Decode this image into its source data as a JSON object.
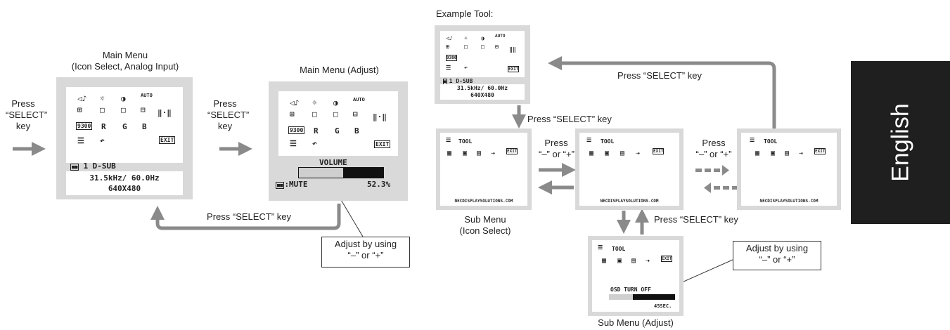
{
  "left": {
    "press_select_1": [
      "Press",
      "“SELECT”",
      "key"
    ],
    "main_menu_title": [
      "Main Menu",
      "(Icon Select, Analog Input)"
    ],
    "press_select_2": [
      "Press",
      "“SELECT”",
      "key"
    ],
    "main_menu_adjust_title": "Main Menu (Adjust)",
    "return_label": "Press “SELECT” key",
    "adjust_callout": [
      "Adjust by using",
      "“–” or “+”"
    ]
  },
  "screen_main": {
    "input_line": "1 D-SUB",
    "freq_line": "31.5kHz/ 60.0Hz",
    "res_line": "640X480",
    "rgb": [
      "R",
      "G",
      "B"
    ],
    "exit": "EXIT"
  },
  "screen_adjust": {
    "slider_title": "VOLUME",
    "mute_label": ":MUTE",
    "value_label": "52.3%",
    "volume_fraction": 0.523,
    "rgb": [
      "R",
      "G",
      "B"
    ],
    "exit": "EXIT"
  },
  "right": {
    "example_tool": "Example Tool:",
    "press_select_top": "Press “SELECT” key",
    "press_select_down": "Press “SELECT” key",
    "press_minus_plus_1": [
      "Press",
      "“–” or “+”"
    ],
    "press_minus_plus_2": [
      "Press",
      "“–” or “+”"
    ],
    "press_select_bottom": "Press “SELECT” key",
    "sub_menu_icon_title": [
      "Sub Menu",
      "(Icon Select)"
    ],
    "sub_menu_adjust_title": "Sub Menu (Adjust)",
    "adjust_callout": [
      "Adjust by using",
      "“–” or “+”"
    ],
    "mini_input": "1 D-SUB",
    "mini_freq": "31.5kHz/ 60.0Hz",
    "mini_res": "640X480",
    "tool_label": "TOOL",
    "url": "NECDISPLAYSOLUTIONS.COM",
    "osd_turn_off": "OSD TURN OFF",
    "osd_seconds": "45SEC."
  },
  "tab": {
    "language": "English"
  }
}
